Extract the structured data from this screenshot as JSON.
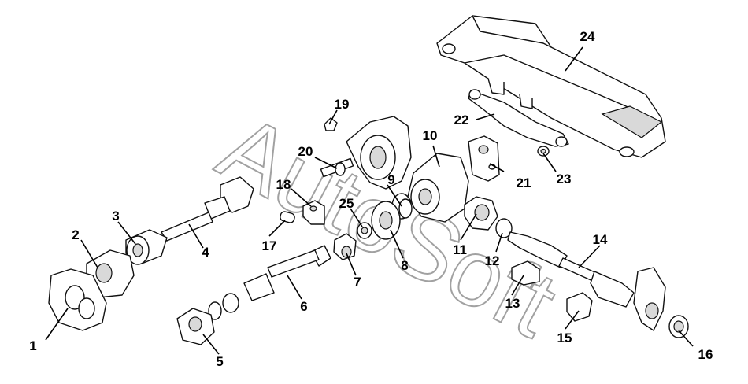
{
  "diagram": {
    "watermark_text": "AutoSoft",
    "callouts": [
      {
        "id": "c1",
        "label": "1"
      },
      {
        "id": "c2",
        "label": "2"
      },
      {
        "id": "c3",
        "label": "3"
      },
      {
        "id": "c4",
        "label": "4"
      },
      {
        "id": "c5",
        "label": "5"
      },
      {
        "id": "c6",
        "label": "6"
      },
      {
        "id": "c7",
        "label": "7"
      },
      {
        "id": "c8",
        "label": "8"
      },
      {
        "id": "c9",
        "label": "9"
      },
      {
        "id": "c10",
        "label": "10"
      },
      {
        "id": "c11",
        "label": "11"
      },
      {
        "id": "c12",
        "label": "12"
      },
      {
        "id": "c13",
        "label": "13"
      },
      {
        "id": "c14",
        "label": "14"
      },
      {
        "id": "c15",
        "label": "15"
      },
      {
        "id": "c16",
        "label": "16"
      },
      {
        "id": "c17",
        "label": "17"
      },
      {
        "id": "c18",
        "label": "18"
      },
      {
        "id": "c19",
        "label": "19"
      },
      {
        "id": "c20",
        "label": "20"
      },
      {
        "id": "c21",
        "label": "21"
      },
      {
        "id": "c22",
        "label": "22"
      },
      {
        "id": "c23",
        "label": "23"
      },
      {
        "id": "c24",
        "label": "24"
      },
      {
        "id": "c25",
        "label": "25"
      }
    ]
  }
}
